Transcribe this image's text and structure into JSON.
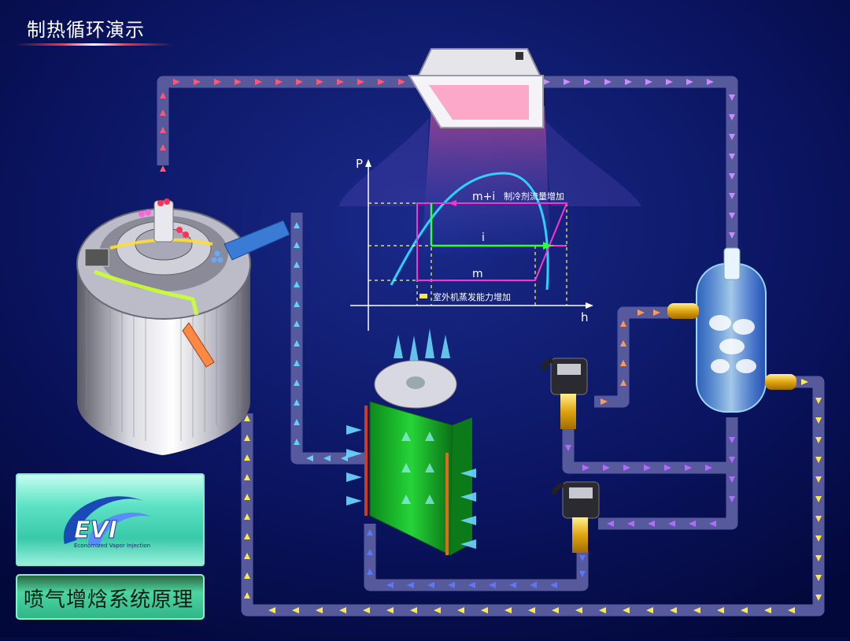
{
  "header": {
    "title": "制热循环演示"
  },
  "chart": {
    "p_axis_label": "P",
    "h_axis_label": "h",
    "line_top_label": "m+i",
    "line_mid_label": "i",
    "line_bottom_label": "m",
    "flow_increase_note": "制冷剂流量增加",
    "capacity_increase_note": "室外机蒸发能力增加"
  },
  "logo": {
    "brand": "EVI",
    "subtitle": "Economized Vapor Injection"
  },
  "footer": {
    "caption": "喷气增焓系统原理"
  },
  "colors": {
    "background": "#050a40",
    "pipe": "#5a5a9a",
    "arrow_hot": "#ff4d6d",
    "arrow_violet": "#c67cff",
    "arrow_cool": "#4fc3ff",
    "arrow_blue": "#4c6bff",
    "arrow_yellow": "#ffe94a",
    "arrow_orange": "#ff8a3c",
    "curve_cyan": "#2ed0ff",
    "cycle_magenta": "#ff33cc",
    "cycle_green": "#33ff33"
  }
}
